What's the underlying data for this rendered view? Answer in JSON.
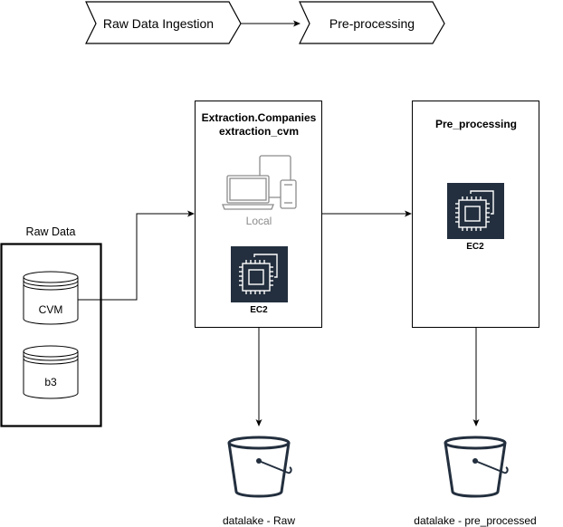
{
  "pipeline": {
    "steps": [
      {
        "label": "Raw Data Ingestion"
      },
      {
        "label": "Pre-processing"
      }
    ]
  },
  "raw_data": {
    "title": "Raw Data",
    "sources": [
      {
        "label": "CVM"
      },
      {
        "label": "b3"
      }
    ]
  },
  "extraction": {
    "title_line1": "Extraction.Companies",
    "title_line2": "extraction_cvm",
    "local_label": "Local",
    "ec2_label": "EC2"
  },
  "preprocessing": {
    "title": "Pre_processing",
    "ec2_label": "EC2"
  },
  "storage": {
    "raw_label": "datalake - Raw",
    "processed_label": "datalake - pre_processed"
  },
  "colors": {
    "ec2_background": "#232F3E",
    "stroke": "#000000",
    "bucket_stroke": "#232F3E",
    "device_stroke": "#8C8C8C"
  }
}
